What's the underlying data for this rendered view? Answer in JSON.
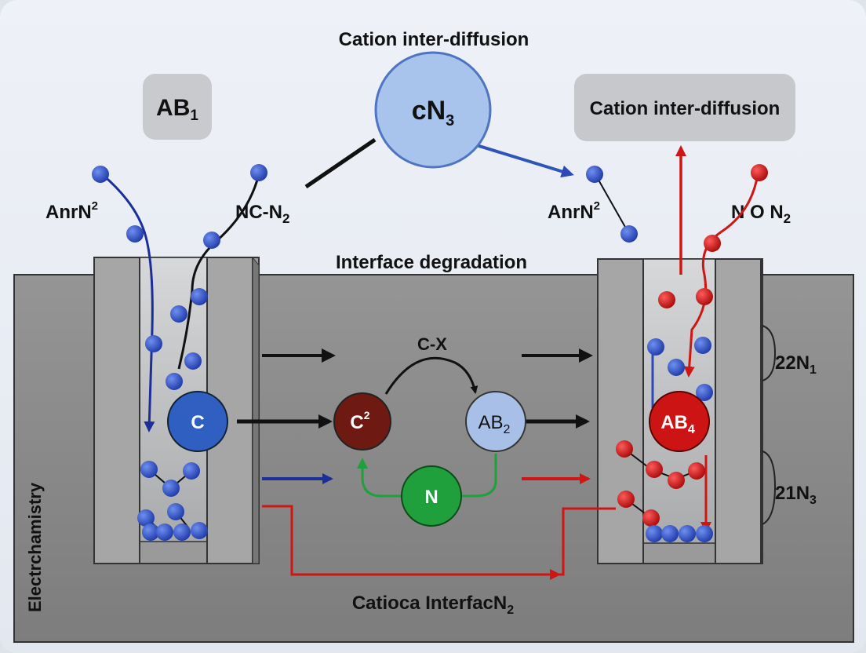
{
  "labels": {
    "top_title": "Cation inter-diffusion",
    "center_node": "cN",
    "center_node_sub": "3",
    "ab1_box": "AB",
    "ab1_box_sub": "1",
    "right_box": "Cation inter-diffusion",
    "left_species_1": "AnrN",
    "left_species_1_sup": "2",
    "left_species_2": "NC-N",
    "left_species_2_sub": "2",
    "right_species_1": "AnrN",
    "right_species_1_sup": "2",
    "right_species_2": "N O N",
    "right_species_2_sub": "2",
    "interface": "Interface degradation",
    "reaction_label": "C-X",
    "node_c": "C",
    "node_c2": "C",
    "node_c2_sup": "2",
    "node_ab2": "AB",
    "node_ab2_sub": "2",
    "node_n": "N",
    "node_ab4": "AB",
    "node_ab4_sub": "4",
    "side_label_1": "22N",
    "side_label_1_sub": "1",
    "side_label_2": "21N",
    "side_label_2_sub": "3",
    "vertical_label": "Electrchamistry",
    "bottom_label": "Catioca InterfacN",
    "bottom_label_sub": "2"
  },
  "colors": {
    "blue_ion": "#2f55c8",
    "red_ion": "#d01515",
    "node_c": "#2f5fc0",
    "node_c2": "#6e1a12",
    "node_ab2": "#a8c0e8",
    "node_n": "#1fa03c",
    "node_ab4": "#cc1414",
    "center_node": "#a9c4ec",
    "slab": "#8e8e8e"
  }
}
